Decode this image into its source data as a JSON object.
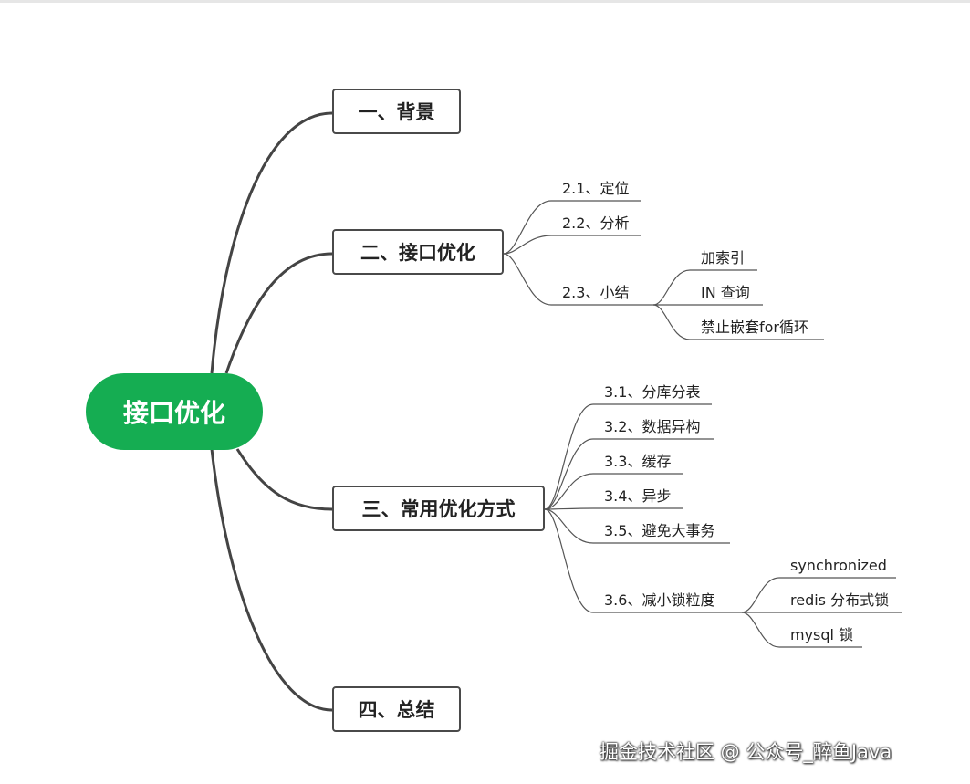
{
  "root": {
    "label": "接口优化"
  },
  "branches": [
    {
      "label": "一、背景",
      "children": []
    },
    {
      "label": "二、接口优化",
      "children": [
        {
          "label": "2.1、定位"
        },
        {
          "label": "2.2、分析"
        },
        {
          "label": "2.3、小结",
          "children": [
            {
              "label": "加索引"
            },
            {
              "label": "IN 查询"
            },
            {
              "label": "禁止嵌套for循环"
            }
          ]
        }
      ]
    },
    {
      "label": "三、常用优化方式",
      "children": [
        {
          "label": "3.1、分库分表"
        },
        {
          "label": "3.2、数据异构"
        },
        {
          "label": "3.3、缓存"
        },
        {
          "label": "3.4、异步"
        },
        {
          "label": "3.5、避免大事务"
        },
        {
          "label": "3.6、减小锁粒度",
          "children": [
            {
              "label": "synchronized"
            },
            {
              "label": "redis 分布式锁"
            },
            {
              "label": "mysql 锁"
            }
          ]
        }
      ]
    },
    {
      "label": "四、总结",
      "children": []
    }
  ],
  "watermark": "掘金技术社区 @ 公众号_醉鱼Java",
  "colors": {
    "root_fill": "#15ad52",
    "main_link": "#444444",
    "leaf_link": "#555555",
    "node_border": "#4a4a4a"
  }
}
